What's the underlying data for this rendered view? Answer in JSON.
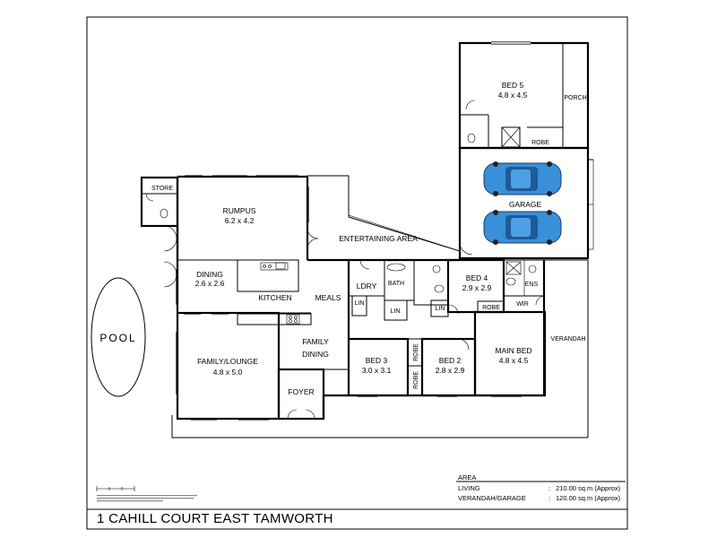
{
  "rooms": {
    "bed5": {
      "name": "BED 5",
      "size": "4.8 x 4.5"
    },
    "porch": "PORCH",
    "robe_bed5": "ROBE",
    "garage": "GARAGE",
    "store": "STORE",
    "rumpus": {
      "name": "RUMPUS",
      "size": "6.2 x 4.2"
    },
    "entertaining": "ENTERTAINING AREA",
    "dining": {
      "name": "DINING",
      "size": "2.6 x 2.6"
    },
    "kitchen": "KITCHEN",
    "meals": "MEALS",
    "ldry": "LDRY",
    "lin1": "LIN",
    "lin2": "LIN",
    "lin3": "LIN",
    "bath": "BATH",
    "bed4": {
      "name": "BED 4",
      "size": "2.9 x 2.9"
    },
    "robe_bed4": "ROBE",
    "ens": "ENS",
    "wir": "WIR",
    "family_dining": {
      "line1": "FAMILY",
      "line2": "DINING"
    },
    "family_lounge": {
      "name": "FAMILY/LOUNGE",
      "size": "4.8 x 5.0"
    },
    "foyer": "FOYER",
    "bed3": {
      "name": "BED 3",
      "size": "3.0 x 3.1"
    },
    "robe_a": "ROBE",
    "robe_b": "ROBE",
    "bed2": {
      "name": "BED 2",
      "size": "2.8 x 2.9"
    },
    "main_bed": {
      "name": "MAIN BED",
      "size": "4.8 x 4.5"
    },
    "verandah": "VERANDAH",
    "pool": "POOL"
  },
  "area_table": {
    "heading": "AREA",
    "rows": [
      {
        "label": "LIVING",
        "sep": ":",
        "value": "210.00 sq.m (Approx)"
      },
      {
        "label": "VERANDAH/GARAGE",
        "sep": ":",
        "value": "120.00 sq.m (Approx)"
      }
    ]
  },
  "address": "1 CAHILL COURT EAST TAMWORTH",
  "colors": {
    "car_body": "#3a8fd9",
    "car_glass": "#1f5a99"
  }
}
